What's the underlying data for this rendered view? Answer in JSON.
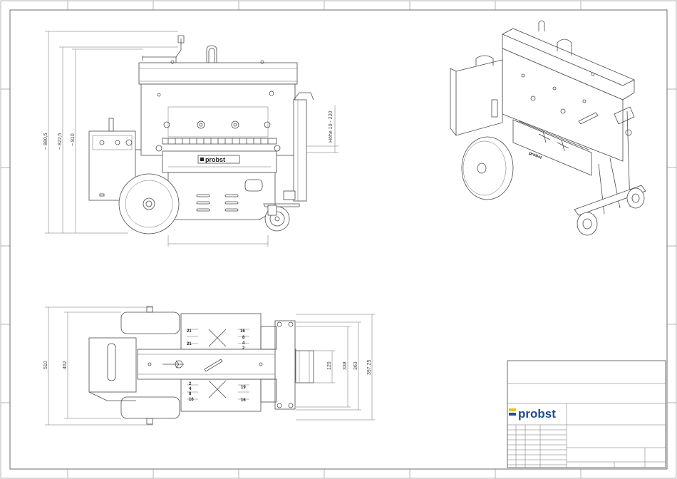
{
  "brand": {
    "name": "probst",
    "color": "#1f4e8c",
    "accent": "#f2c400"
  },
  "front_view": {
    "logo_text": "probst",
    "dim_overall_height": "~ 880,5",
    "dim_height_2": "~ 822,5",
    "dim_height_3": "~ 810",
    "dim_working_height": "Höhe 10 - 220"
  },
  "top_view": {
    "dim_depth": "510",
    "dim_depth_inner": "462",
    "dim_w1": "120",
    "dim_w2": "338",
    "dim_w3": "363",
    "dim_w4": "397,25",
    "scale_marks_top": [
      "21",
      "21",
      "16",
      "8",
      "4",
      "2"
    ],
    "scale_marks_bottom": [
      "2",
      "4",
      "8",
      "16",
      "19",
      "16"
    ]
  }
}
